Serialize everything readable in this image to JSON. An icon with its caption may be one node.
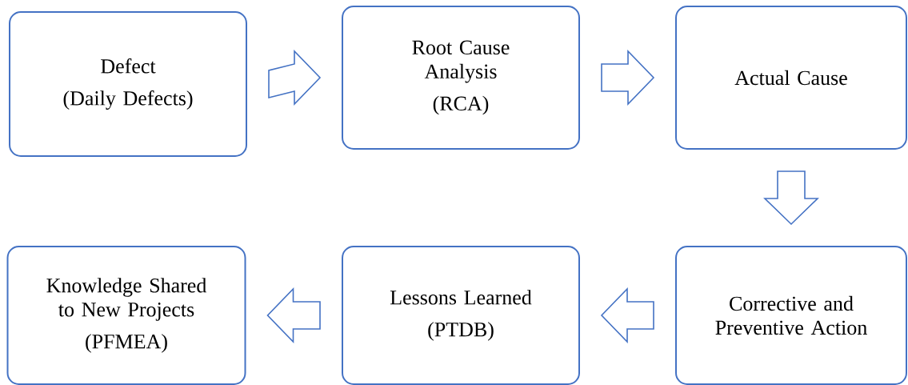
{
  "diagram": {
    "nodes": [
      {
        "text": [
          "Defect",
          "(Daily Defects)"
        ]
      },
      {
        "text": [
          "Root Cause Analysis",
          "(RCA)"
        ]
      },
      {
        "text": [
          "Actual Cause"
        ]
      },
      {
        "text": [
          "Corrective and Preventive Action"
        ]
      },
      {
        "text": [
          "Lessons Learned",
          "(PTDB)"
        ]
      },
      {
        "text": [
          "Knowledge Shared to New Projects",
          "(PFMEA)"
        ]
      }
    ],
    "edges": [
      {
        "from": 0,
        "to": 1,
        "arrow": "to"
      },
      {
        "from": 1,
        "to": 2,
        "arrow": "to"
      },
      {
        "from": 2,
        "to": 3,
        "arrow": "to"
      },
      {
        "from": 3,
        "to": 4,
        "arrow": "to"
      },
      {
        "from": 4,
        "to": 5,
        "arrow": "to"
      }
    ]
  }
}
